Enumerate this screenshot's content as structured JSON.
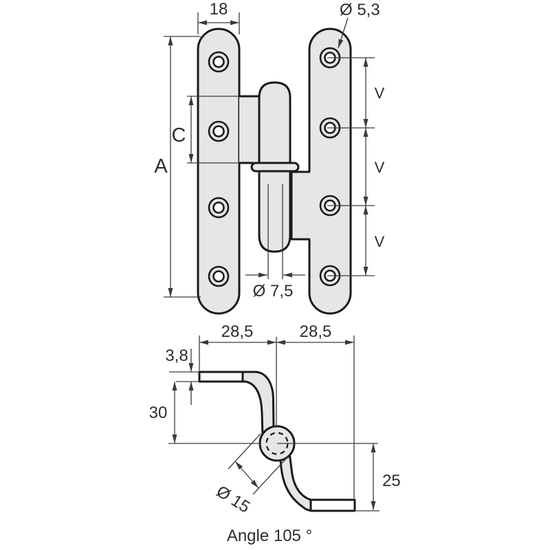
{
  "front_view": {
    "leaf_width": "18",
    "screw_hole_diameter": "Ø 5,3",
    "height_label": "A",
    "hole_offset_label": "C",
    "hole_spacing": [
      "V",
      "V",
      "V"
    ],
    "pin_diameter": "Ø 7,5"
  },
  "top_view": {
    "left_leaf_reach": "28,5",
    "right_leaf_reach": "28,5",
    "leaf_thickness": "3,8",
    "left_crank_depth": "30",
    "knuckle_diameter": "Ø 15",
    "right_crank_depth": "25",
    "opening_angle": "Angle 105 °"
  },
  "colors": {
    "metal": "#e6e6e6",
    "outline": "#1a1a1a",
    "dimension_lines": "#3a3a3a",
    "label_text": "#2d2d2d",
    "background": "#ffffff"
  }
}
